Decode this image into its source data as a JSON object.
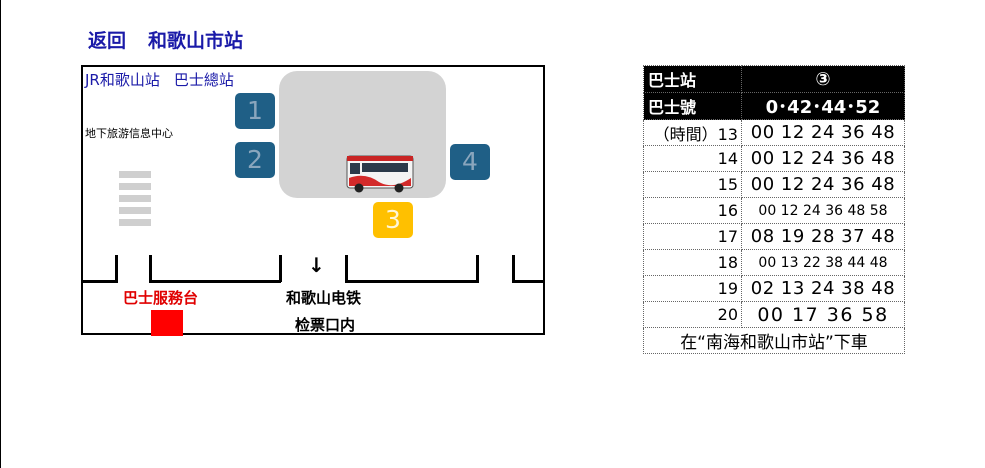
{
  "nav": {
    "back_label": "返回",
    "station_link": "和歌山市站"
  },
  "map": {
    "title_station": "JR和歌山站",
    "title_terminal": "巴士總站",
    "info_center": "地下旅游信息中心",
    "stops": [
      "1",
      "2",
      "3",
      "4"
    ],
    "arrow": "↓",
    "service_desk": "巴士服務台",
    "railway": "和歌山电铁",
    "gate": "检票口内",
    "colors": {
      "stop_blue": "#1f5f86",
      "stop_yellow": "#ffc000",
      "service_red": "#ff0000"
    }
  },
  "timetable": {
    "stop_label": "巴士站",
    "stop_value": "③",
    "route_label": "巴士號",
    "route_value": "0･42･44･52",
    "rows": [
      {
        "hour": "（時間）13",
        "minutes": "00 12 24 36 48"
      },
      {
        "hour": "14",
        "minutes": "00 12 24 36 48"
      },
      {
        "hour": "15",
        "minutes": "00 12 24 36 48"
      },
      {
        "hour": "16",
        "minutes": "00 12 24 36 48 58"
      },
      {
        "hour": "17",
        "minutes": "08 19 28 37 48"
      },
      {
        "hour": "18",
        "minutes": "00 13 22 38 44 48"
      },
      {
        "hour": "19",
        "minutes": "02 13 24 38 48"
      },
      {
        "hour": "20",
        "minutes": "00 17 36 58"
      }
    ],
    "note": "在“南海和歌山市站”下車"
  }
}
